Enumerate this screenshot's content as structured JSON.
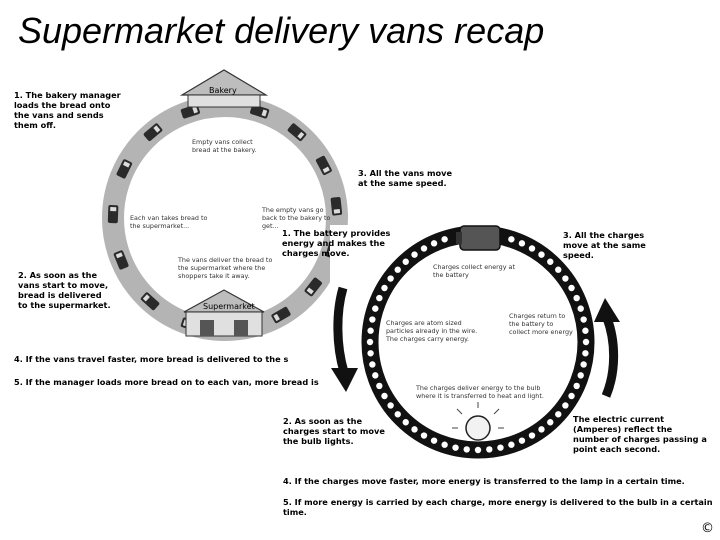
{
  "title": "Supermarket delivery vans recap",
  "van_diagram": {
    "bakery_label": "Bakery",
    "supermarket_label": "Supermarket",
    "step1": "1. The bakery manager\nloads the bread onto\nthe vans and sends\nthem off.",
    "step2": "2. As soon as the\nvans start to move,\nbread is delivered\nto the supermarket.",
    "step3": "3. All the vans move\nat the same speed.",
    "empty_collect": "Empty vans collect\nbread at the bakery.",
    "each_van": "Each van takes bread to\nthe supermarket...",
    "empty_back": "The empty vans go\nback to the bakery to\nget...",
    "deliver": "The vans deliver the bread to\nthe supermarket where the\nshoppers take it away.",
    "step4": "4. If the vans travel faster, more bread is delivered to the s",
    "step5": "5. If the manager loads more bread on to each van, more bread is"
  },
  "circuit_diagram": {
    "step1": "1. The battery provides\nenergy and makes the\ncharges move.",
    "step2": "2. As soon as the\ncharges start to move\nthe bulb lights.",
    "step3": "3. All the charges\nmove at the same\nspeed.",
    "collect": "Charges collect energy at\nthe battery",
    "return": "Charges return to\nthe battery to\ncollect more energy",
    "atom": "Charges are atom sized\nparticles already in the wire.\nThe charges carry energy.",
    "bulb": "The charges deliver energy to the bulb\nwhere it is transferred to heat and light.",
    "current": "The electric current\n(Amperes) reflect the\nnumber of charges passing a\npoint each second.",
    "step4": "4. If the charges move faster, more energy is transferred to the lamp in a certain time.",
    "step5": "5. If more energy is carried by each charge, more energy is delivered to the bulb in a certain time."
  },
  "copyright": "©"
}
